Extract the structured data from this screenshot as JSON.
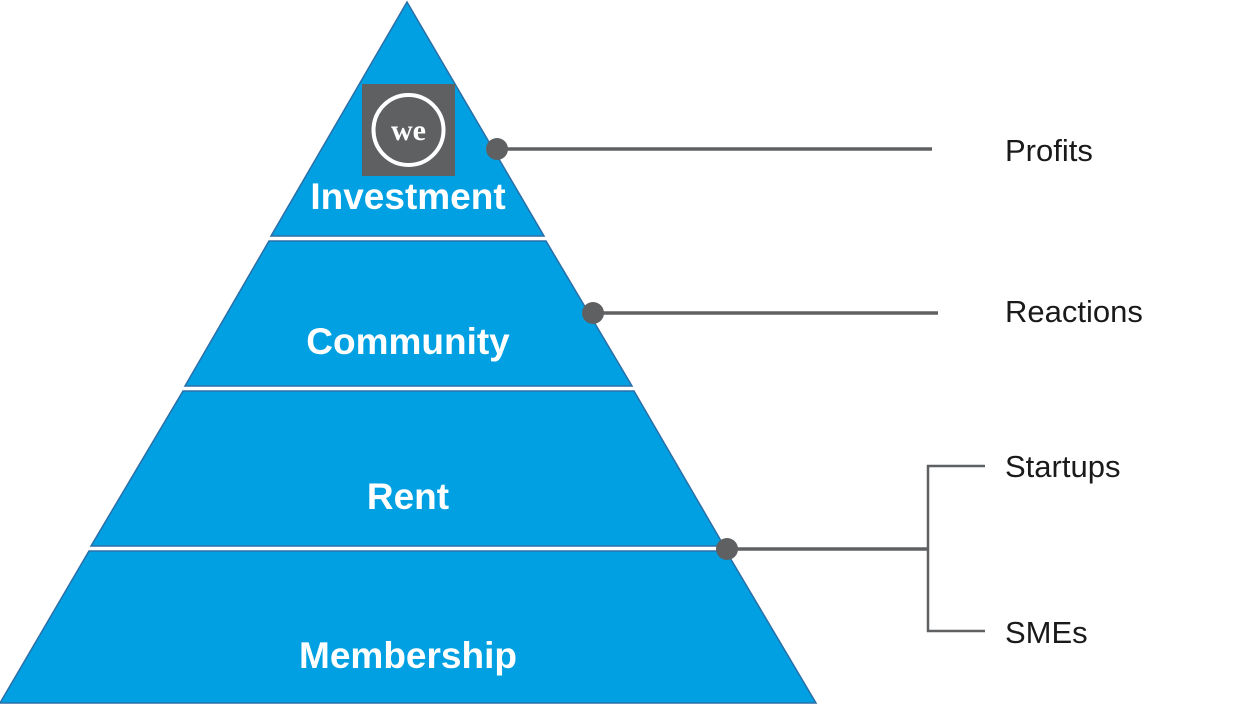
{
  "pyramid": {
    "tiers": [
      {
        "label": "Investment"
      },
      {
        "label": "Community"
      },
      {
        "label": "Rent"
      },
      {
        "label": "Membership"
      }
    ],
    "logo_text": "we",
    "fill_color": "#00a0e2",
    "connector_color": "#5f6062"
  },
  "annotations": {
    "profits": "Profits",
    "reactions": "Reactions",
    "startups": "Startups",
    "smes": "SMEs"
  }
}
